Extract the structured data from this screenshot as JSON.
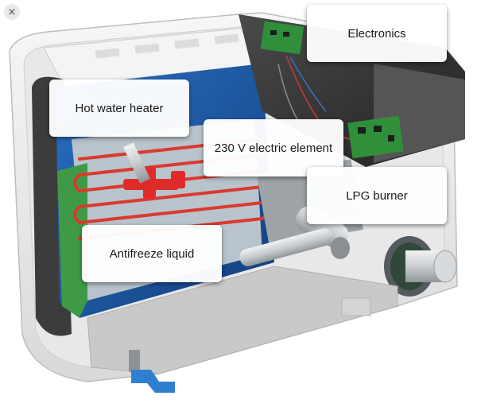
{
  "labels": {
    "electronics": "Electronics",
    "hot_water_heater": "Hot water heater",
    "electric_element": "230 V electric element",
    "lpg_burner": "LPG burner",
    "antifreeze_liquid": "Antifreeze liquid"
  },
  "close_icon": "×",
  "colors": {
    "tank_blue": "#1f5fb0",
    "heating_coil_red": "#d93a2e",
    "valve_red": "#e02b2b",
    "pcb_green": "#2f8f3a",
    "casing_white": "#f1f1f1",
    "flue_grey": "#cfd3d6",
    "drain_fitting_blue": "#2f7fd0"
  }
}
